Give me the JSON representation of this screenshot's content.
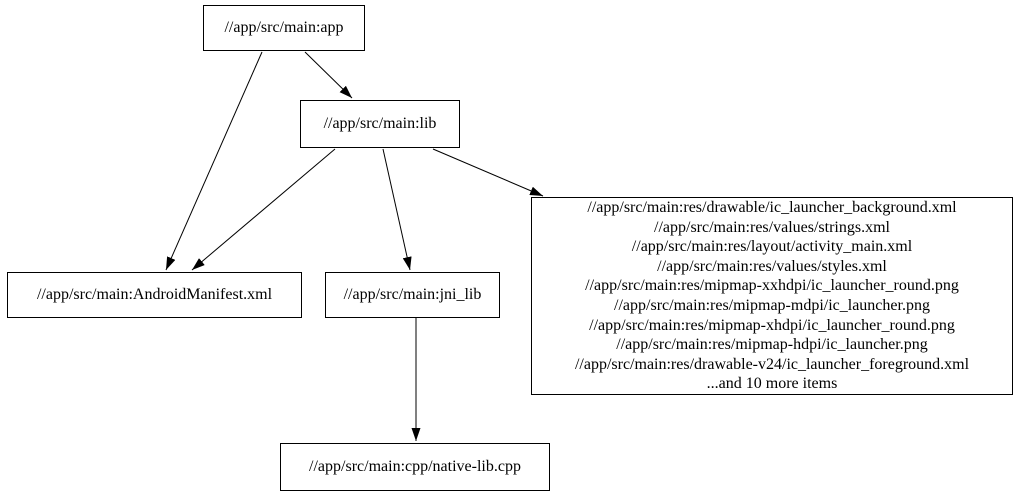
{
  "graph": {
    "type": "directed-dependency-graph",
    "colors": {
      "background": "#ffffff",
      "node_fill": "#ffffff",
      "node_border": "#000000",
      "edge": "#000000",
      "text": "#000000"
    },
    "nodes": {
      "app": {
        "label": "//app/src/main:app"
      },
      "lib": {
        "label": "//app/src/main:lib"
      },
      "android_manifest": {
        "label": "//app/src/main:AndroidManifest.xml"
      },
      "jni_lib": {
        "label": "//app/src/main:jni_lib"
      },
      "resources": {
        "lines": [
          "//app/src/main:res/drawable/ic_launcher_background.xml",
          "//app/src/main:res/values/strings.xml",
          "//app/src/main:res/layout/activity_main.xml",
          "//app/src/main:res/values/styles.xml",
          "//app/src/main:res/mipmap-xxhdpi/ic_launcher_round.png",
          "//app/src/main:res/mipmap-mdpi/ic_launcher.png",
          "//app/src/main:res/mipmap-xhdpi/ic_launcher_round.png",
          "//app/src/main:res/mipmap-hdpi/ic_launcher.png",
          "//app/src/main:res/drawable-v24/ic_launcher_foreground.xml",
          "...and 10 more items"
        ]
      },
      "native_lib_cpp": {
        "label": "//app/src/main:cpp/native-lib.cpp"
      }
    },
    "edges": [
      {
        "from": "app",
        "to": "lib"
      },
      {
        "from": "app",
        "to": "android_manifest"
      },
      {
        "from": "lib",
        "to": "android_manifest"
      },
      {
        "from": "lib",
        "to": "jni_lib"
      },
      {
        "from": "lib",
        "to": "resources"
      },
      {
        "from": "jni_lib",
        "to": "native_lib_cpp"
      }
    ]
  }
}
